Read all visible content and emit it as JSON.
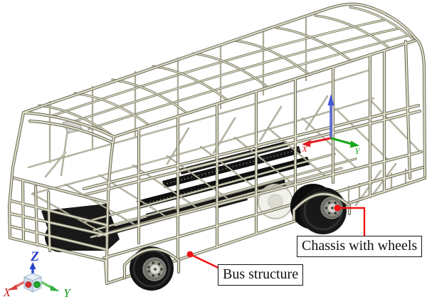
{
  "figure": {
    "description": "3D CAD isometric wireframe view of a bus body frame structure with chassis and wheels",
    "background_color": "#ffffff"
  },
  "callouts": [
    {
      "id": "bus_structure",
      "label": "Bus structure"
    },
    {
      "id": "chassis_with_wheels",
      "label": "Chassis with wheels"
    }
  ],
  "annotation_style": {
    "leader_color": "#ee1212",
    "box_border_color": "#151515",
    "box_background": "#ffffff",
    "text_color": "#111111"
  },
  "model_triad": {
    "x_label": "X",
    "y_label": "Y",
    "x_color": "#e02020",
    "y_color": "#18a818",
    "z_color": "#4158d8"
  },
  "view_triad": {
    "x_label": "X",
    "y_label": "Y",
    "z_label": "Z",
    "x_color": "#cc2222",
    "y_color": "#119911",
    "z_color": "#2238c8"
  },
  "model_colors": {
    "frame_tube_light": "#dedcc7",
    "frame_tube_dark": "#686857",
    "tire_color": "#141414",
    "hub_color": "#98989 0",
    "chassis_parts_color": "#161616",
    "spare_wheel_color": "#f1f1ec"
  }
}
